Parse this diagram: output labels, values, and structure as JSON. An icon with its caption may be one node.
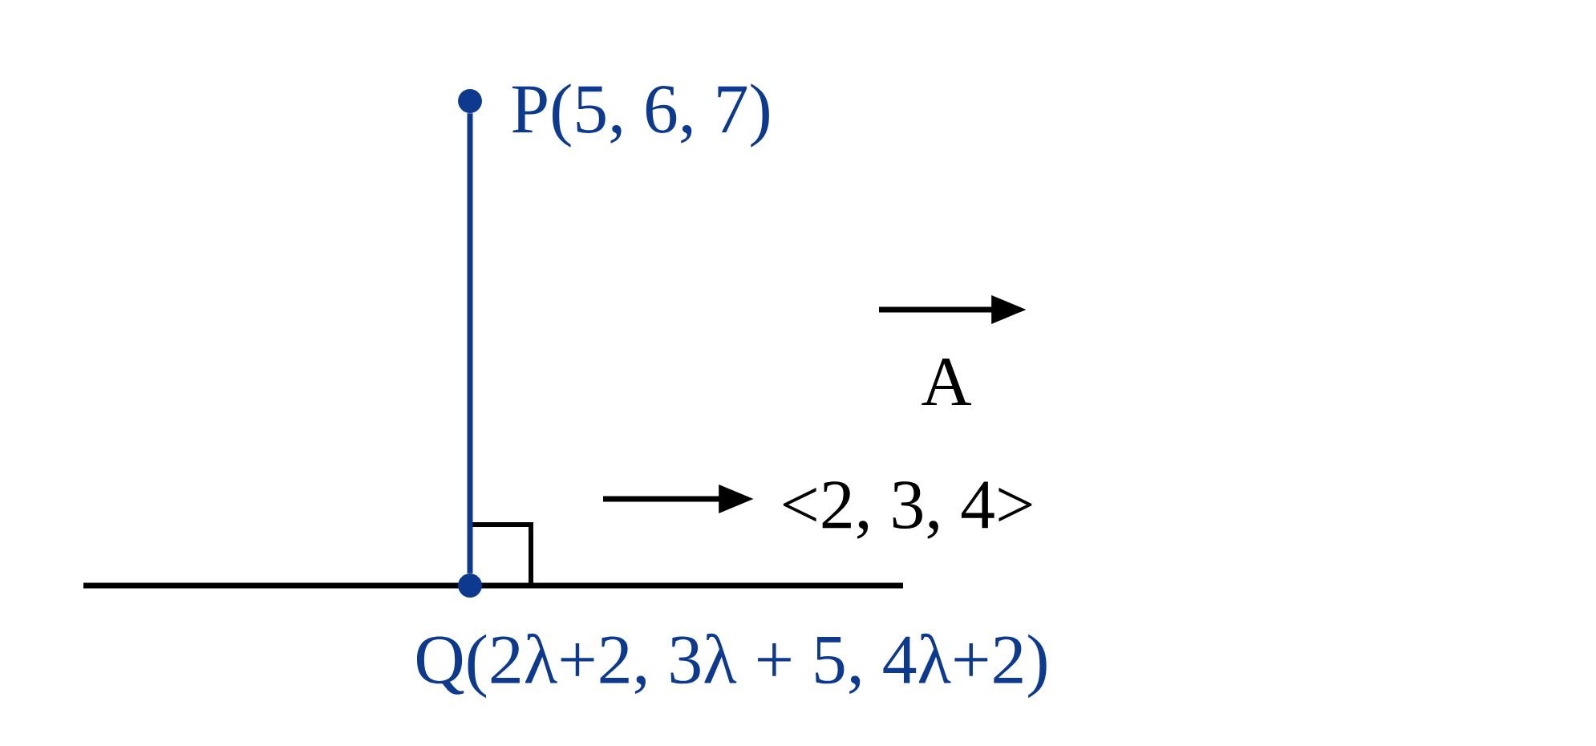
{
  "diagram": {
    "nodes": [
      {
        "text": [
          "P(5, 6, 7)"
        ]
      },
      {
        "text": [
          "Q(2λ+2, 3λ + 5, 4λ+2)"
        ]
      }
    ],
    "edges": [
      {
        "from": 0,
        "to": 1,
        "arrow": "none"
      }
    ],
    "labels": [
      "A",
      "<2, 3, 4>"
    ]
  }
}
